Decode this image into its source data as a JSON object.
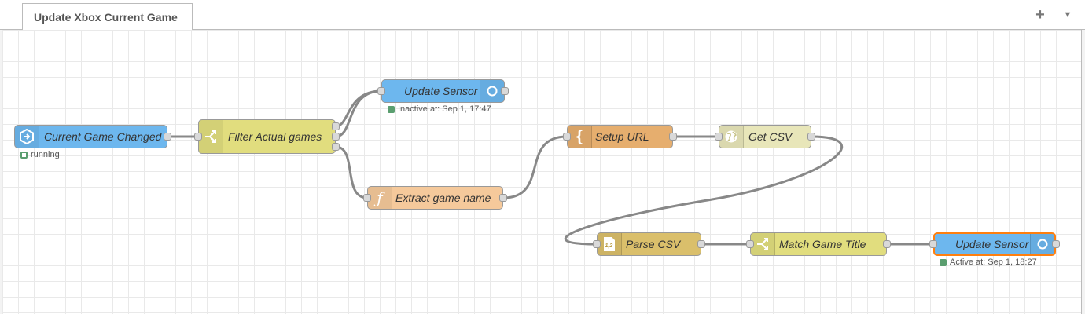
{
  "tab": {
    "title": "Update Xbox Current Game"
  },
  "toolbar": {
    "add_icon": "plus-icon",
    "menu_icon": "chevron-down-icon"
  },
  "colors": {
    "ha_blue": "#6db7ee",
    "switch_yellow": "#e1dd7e",
    "function_orange": "#f5c99b",
    "template_orange": "#e6ae6e",
    "http_yellow": "#e8e6b9",
    "csv_olive": "#dabf6b",
    "selected_border": "#ff7f0e",
    "status_green": "#5a9e6f",
    "wire": "#888888"
  },
  "nodes": {
    "current_game_changed": {
      "label": "Current Game Changed",
      "icon": "home-assistant-event-icon",
      "status": "running"
    },
    "filter_actual_games": {
      "label": "Filter Actual games",
      "icon": "switch-icon"
    },
    "update_sensor_1": {
      "label": "Update Sensor",
      "icon": "sensor-icon",
      "status": "Inactive at: Sep 1, 17:47"
    },
    "extract_game_name": {
      "label": "Extract game name",
      "icon": "function-icon"
    },
    "setup_url": {
      "label": "Setup URL",
      "icon": "template-icon"
    },
    "get_csv": {
      "label": "Get CSV",
      "icon": "globe-icon"
    },
    "parse_csv": {
      "label": "Parse CSV",
      "icon": "csv-icon"
    },
    "match_game_title": {
      "label": "Match Game Title",
      "icon": "switch-icon"
    },
    "update_sensor_2": {
      "label": "Update Sensor",
      "icon": "sensor-icon",
      "status": "Active at: Sep 1, 18:27"
    }
  }
}
